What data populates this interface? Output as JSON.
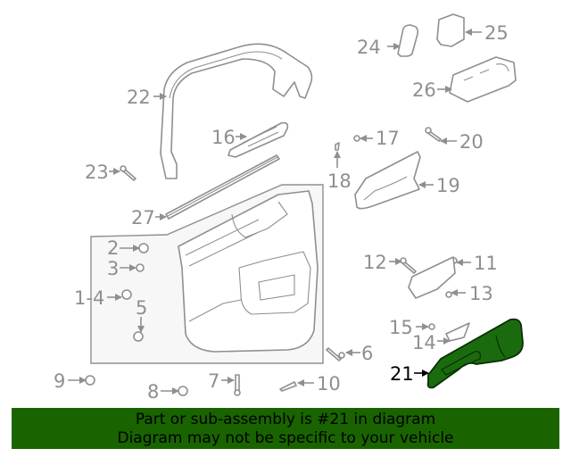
{
  "diagram": {
    "highlighted_part": "21",
    "highlight_color": "#1a6b0e",
    "callouts": [
      {
        "id": "1-4",
        "label": "1-4"
      },
      {
        "id": "2",
        "label": "2"
      },
      {
        "id": "3",
        "label": "3"
      },
      {
        "id": "5",
        "label": "5"
      },
      {
        "id": "6",
        "label": "6"
      },
      {
        "id": "7",
        "label": "7"
      },
      {
        "id": "8",
        "label": "8"
      },
      {
        "id": "9",
        "label": "9"
      },
      {
        "id": "10",
        "label": "10"
      },
      {
        "id": "11",
        "label": "11"
      },
      {
        "id": "12",
        "label": "12"
      },
      {
        "id": "13",
        "label": "13"
      },
      {
        "id": "14",
        "label": "14"
      },
      {
        "id": "15",
        "label": "15"
      },
      {
        "id": "16",
        "label": "16"
      },
      {
        "id": "17",
        "label": "17"
      },
      {
        "id": "18",
        "label": "18"
      },
      {
        "id": "19",
        "label": "19"
      },
      {
        "id": "20",
        "label": "20"
      },
      {
        "id": "21",
        "label": "21"
      },
      {
        "id": "22",
        "label": "22"
      },
      {
        "id": "23",
        "label": "23"
      },
      {
        "id": "24",
        "label": "24"
      },
      {
        "id": "25",
        "label": "25"
      },
      {
        "id": "26",
        "label": "26"
      },
      {
        "id": "27",
        "label": "27"
      }
    ]
  },
  "banner": {
    "line1": "Part or sub-assembly is #21 in diagram",
    "line2": "Diagram may not be specific to your vehicle",
    "background": "#196400"
  }
}
